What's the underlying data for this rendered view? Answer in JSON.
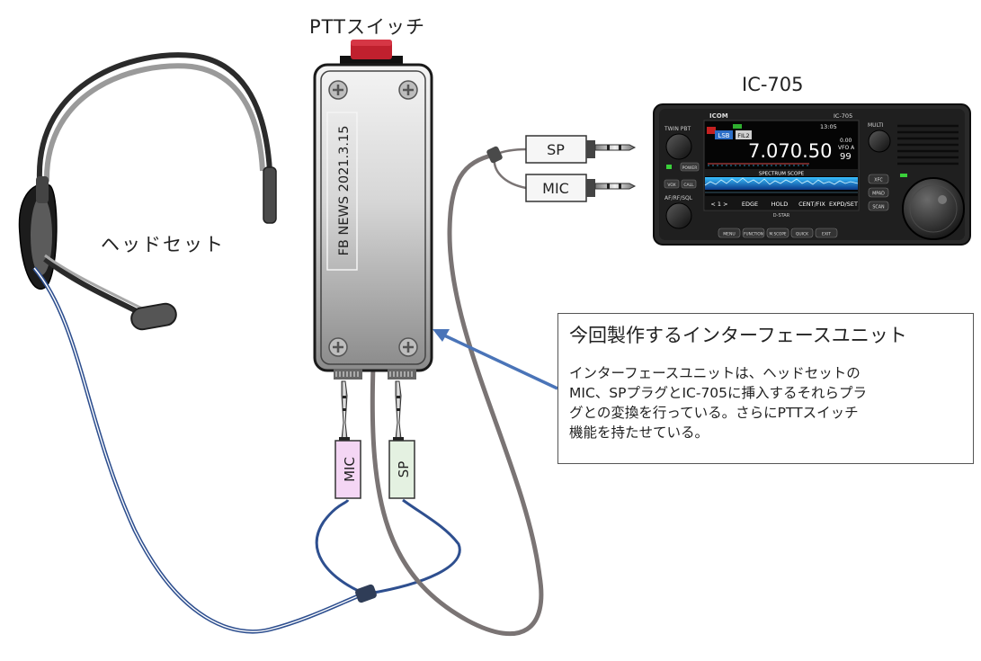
{
  "labels": {
    "ptt_switch": "PTTスイッチ",
    "radio": "IC-705",
    "headset": "ヘッドセット",
    "box_stamp": "FB NEWS 2021.3.15"
  },
  "plugs": {
    "radio_sp": "SP",
    "radio_mic": "MIC",
    "bottom_mic": "MIC",
    "bottom_sp": "SP"
  },
  "callout": {
    "title": "今回製作するインターフェースユニット",
    "body": "インターフェースユニットは、ヘッドセットの\nMIC、SPプラグとIC-705に挿入するそれらプラ\nグとの変換を行っている。さらにPTTスイッチ\n機能を持たせている。"
  },
  "radio_screen": {
    "brand": "ICOM",
    "model": "IC-705",
    "mode": "LSB",
    "filter": "FIL2",
    "frequency": "7.070.50",
    "sub_digits": "99",
    "vfo": "VFO A",
    "rit": "0.00",
    "time": "13:05",
    "scope_title": "SPECTRUM SCOPE",
    "softkeys": [
      "< 1 >",
      "EDGE",
      "HOLD",
      "CENT/FIX",
      "EXPD/SET"
    ],
    "bottom_buttons": [
      "MENU",
      "FUNCTION",
      "M.SCOPE",
      "QUICK",
      "EXIT"
    ],
    "right_buttons": [
      "XFC",
      "MPAD",
      "SCAN"
    ],
    "left_buttons": [
      "POWER",
      "VOX",
      "CALL"
    ],
    "knob_labels": [
      "TWIN PBT",
      "AF/RF/SQL",
      "MULTI"
    ],
    "dstar": "D-STAR"
  },
  "colors": {
    "headset_cable": "#2e4f8f",
    "radio_cable": "#7a7474",
    "ptt_button": "#c0202e",
    "mic_plug": "#f4d6f4",
    "sp_plug": "#e4f1e1",
    "arrow": "#4a74b8"
  }
}
